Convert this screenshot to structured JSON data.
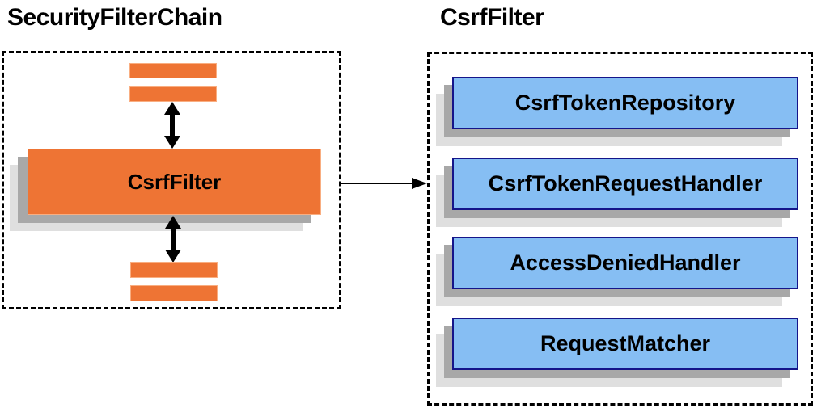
{
  "left_panel": {
    "title": "SecurityFilterChain",
    "filter_label": "CsrfFilter"
  },
  "right_panel": {
    "title": "CsrfFilter",
    "items": [
      {
        "label": "CsrfTokenRepository"
      },
      {
        "label": "CsrfTokenRequestHandler"
      },
      {
        "label": "AccessDeniedHandler"
      },
      {
        "label": "RequestMatcher"
      }
    ]
  },
  "icons": {
    "vertical_flow": "double-headed-arrow-icon",
    "delegation": "right-arrow-icon"
  },
  "colors": {
    "node_orange": "#EE7434",
    "node_orange_border": "#F9AE81",
    "node_blue": "#86BEF3",
    "node_blue_border": "#15158A",
    "shadow_dark": "#A8A8A8",
    "shadow_light": "#DFDFDF",
    "outline": "#000000",
    "text": "#000000",
    "background": "#FFFFFF"
  }
}
